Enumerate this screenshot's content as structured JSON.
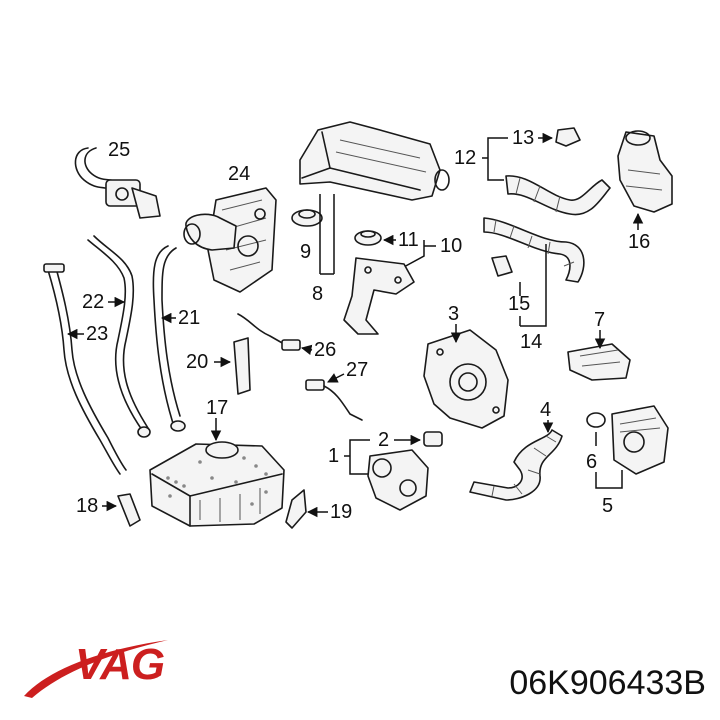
{
  "brand": {
    "name": "VAG",
    "color": "#cc1f1f"
  },
  "part_number": "06K906433B",
  "callouts": {
    "c1": "1",
    "c2": "2",
    "c3": "3",
    "c4": "4",
    "c5": "5",
    "c6": "6",
    "c7": "7",
    "c8": "8",
    "c9": "9",
    "c10": "10",
    "c11": "11",
    "c12": "12",
    "c13": "13",
    "c14": "14",
    "c15": "15",
    "c16": "16",
    "c17": "17",
    "c18": "18",
    "c19": "19",
    "c20": "20",
    "c21": "21",
    "c22": "22",
    "c23": "23",
    "c24": "24",
    "c25": "25",
    "c26": "26",
    "c27": "27"
  }
}
